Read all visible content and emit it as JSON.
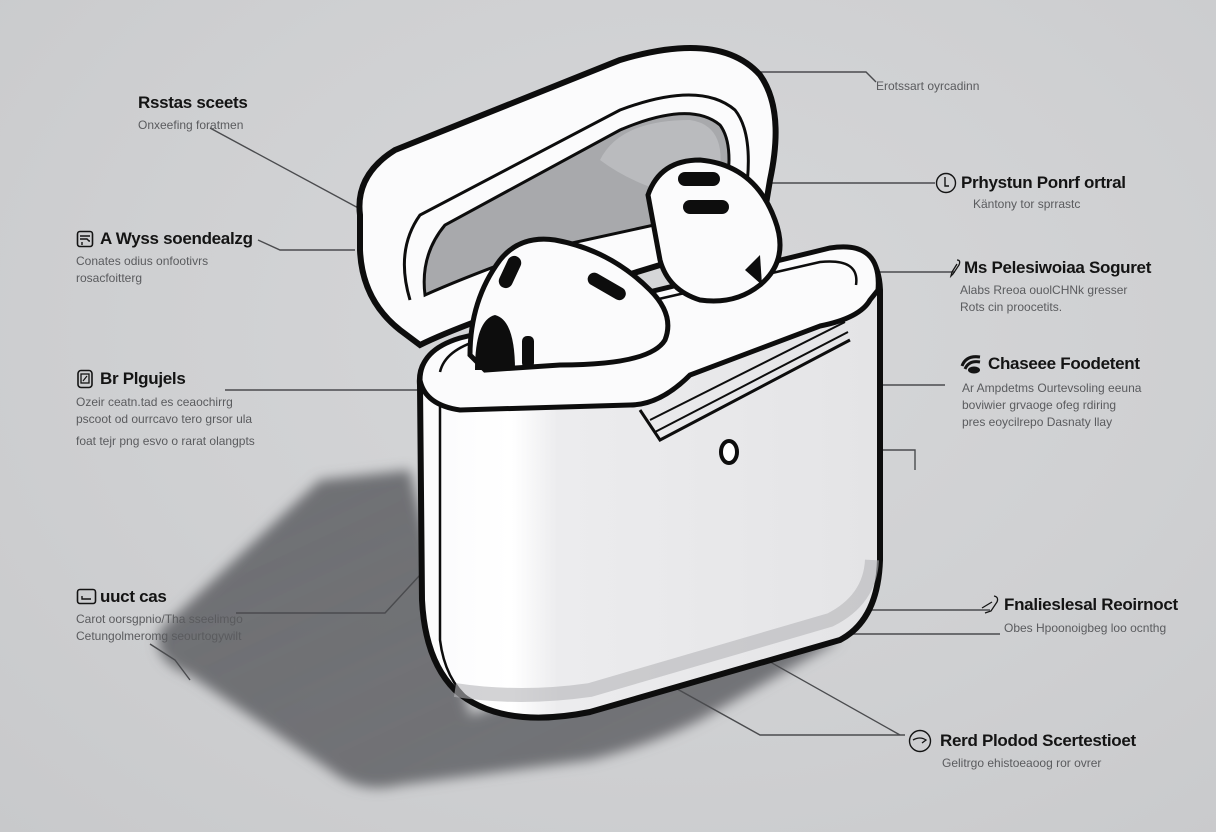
{
  "diagram": {
    "subject": "earbud charging case illustration",
    "colors": {
      "background": "#cfd0d2",
      "outline": "#0d0d0d",
      "body_fill": "#f7f7f8",
      "shade": "#a6a7aa",
      "shadow": "#6b6c70",
      "title_text": "#141414",
      "desc_text": "#5a5b5e",
      "leader_line": "#4a4b4e"
    }
  },
  "callouts_left": [
    {
      "icon": "none",
      "title": "Rsstas sceets",
      "desc": [
        "Onxeefing foratmen"
      ]
    },
    {
      "icon": "document-icon",
      "title": "A Wyss soendealzg",
      "desc": [
        "Conates odius onfootivrs",
        "rosacfoitterg"
      ]
    },
    {
      "icon": "device-icon",
      "title": "Br Plgujels",
      "desc": [
        "Ozeir ceatn.tad es ceaochirrg",
        "pscoot od ourrcavo tero grsor ula",
        "foat tejr png esvo o rarat olangpts"
      ]
    },
    {
      "icon": "battery-icon",
      "title": "uuct cas",
      "desc": [
        "Carot oorsgpnio/Tha sseelimgo",
        "Cetungolmeromg seourtogywilt"
      ]
    }
  ],
  "callouts_right": [
    {
      "icon": "none",
      "title": "",
      "desc": [
        "Erotssart oyrcadinn"
      ]
    },
    {
      "icon": "power-circle-icon",
      "title": "Prhystun Ponrf ortral",
      "desc": [
        "Käntony tor sprrastc"
      ]
    },
    {
      "icon": "pen-icon",
      "title": "Ms Pelesiwoiaa Soguret",
      "desc": [
        "Alabs Rreoa ouolCHNk gresser",
        "Rots cin proocetits."
      ]
    },
    {
      "icon": "wireless-icon",
      "title": "Chaseee Foodetent",
      "desc": [
        "Ar Ampdetms Ourtevsoling eeuna",
        "boviwier grvaoge ofeg rdiring",
        "pres eoycilrepo Dasnaty llay"
      ]
    },
    {
      "icon": "clip-icon",
      "title": "Fnalieslesal Reoirnoct",
      "desc": [
        "Obes Hpoonoigbeg loo ocnthg"
      ]
    },
    {
      "icon": "eye-circle-icon",
      "title": "Rerd Plodod Scertestioet",
      "desc": [
        "Gelitrgo ehistoeaoog ror ovrer"
      ]
    }
  ]
}
